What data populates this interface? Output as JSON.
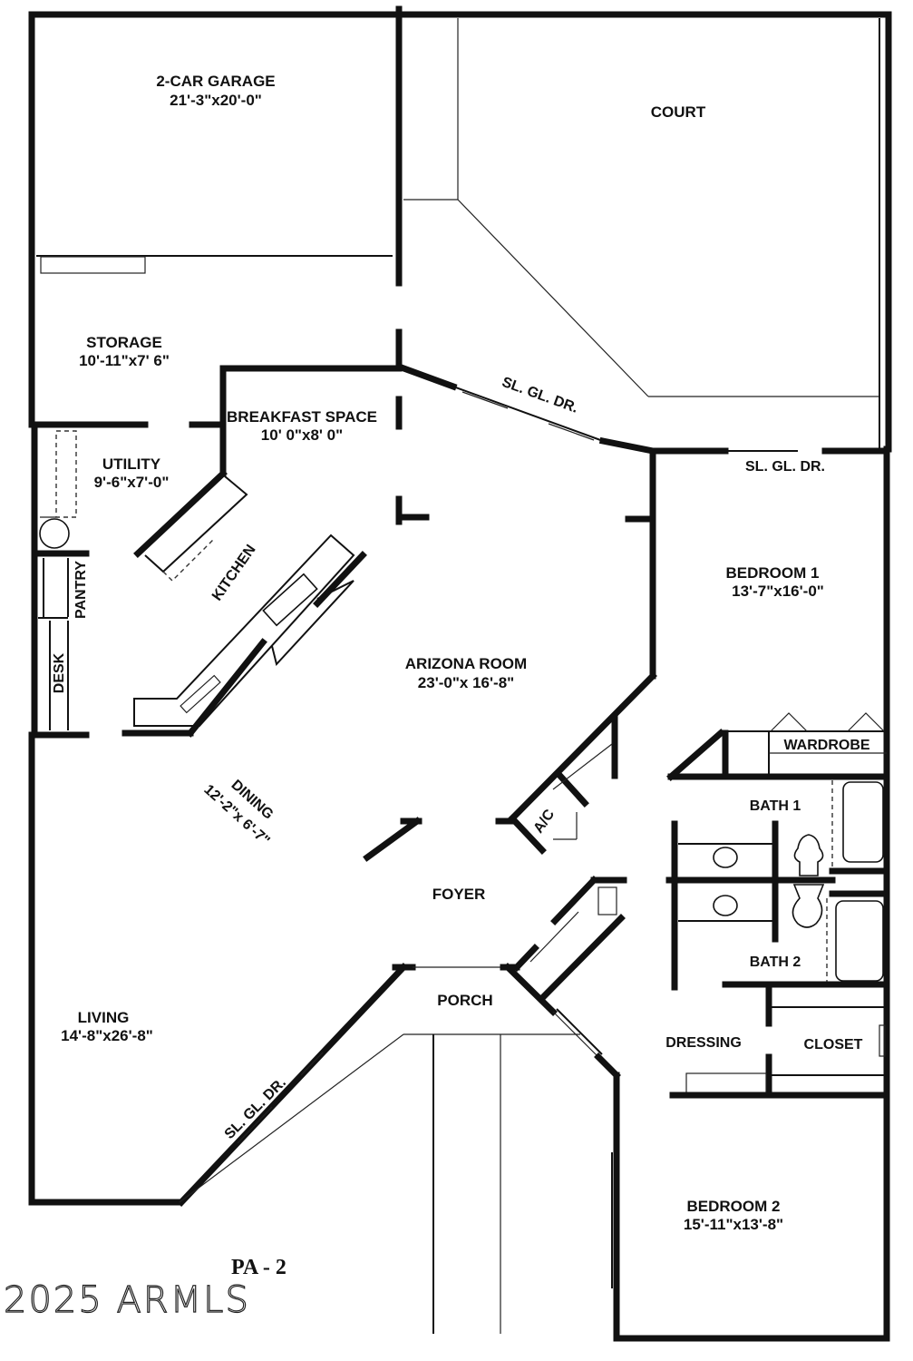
{
  "plan": {
    "id": "PA - 2",
    "watermark": "2025 ARMLS"
  },
  "rooms": {
    "garage": {
      "name": "2-CAR GARAGE",
      "size": "21'-3\"x20'-0\""
    },
    "court": {
      "name": "COURT"
    },
    "storage": {
      "name": "STORAGE",
      "size": "10'-11\"x7' 6\""
    },
    "breakfast": {
      "name": "BREAKFAST SPACE",
      "size": "10' 0\"x8' 0\""
    },
    "utility": {
      "name": "UTILITY",
      "size": "9'-6\"x7'-0\""
    },
    "kitchen": {
      "name": "KITCHEN"
    },
    "pantry": {
      "name": "PANTRY"
    },
    "desk": {
      "name": "DESK"
    },
    "arizona_room": {
      "name": "ARIZONA ROOM",
      "size": "23'-0\"x 16'-8\""
    },
    "dining": {
      "name": "DINING",
      "size": "12'-2\"x 6'-7\""
    },
    "bedroom1": {
      "name": "BEDROOM 1",
      "size": "13'-7\"x16'-0\""
    },
    "wardrobe": {
      "name": "WARDROBE"
    },
    "bath1": {
      "name": "BATH 1"
    },
    "bath2": {
      "name": "BATH 2"
    },
    "ac": {
      "name": "A/C"
    },
    "foyer": {
      "name": "FOYER"
    },
    "porch": {
      "name": "PORCH"
    },
    "dressing": {
      "name": "DRESSING"
    },
    "closet": {
      "name": "CLOSET"
    },
    "living": {
      "name": "LIVING",
      "size": "14'-8\"x26'-8\""
    },
    "bedroom2": {
      "name": "BEDROOM 2",
      "size": "15'-11\"x13'-8\""
    }
  },
  "doors": {
    "sgd_arizona": "SL. GL. DR.",
    "sgd_bedroom1": "SL. GL. DR.",
    "sgd_living": "SL. GL. DR."
  }
}
